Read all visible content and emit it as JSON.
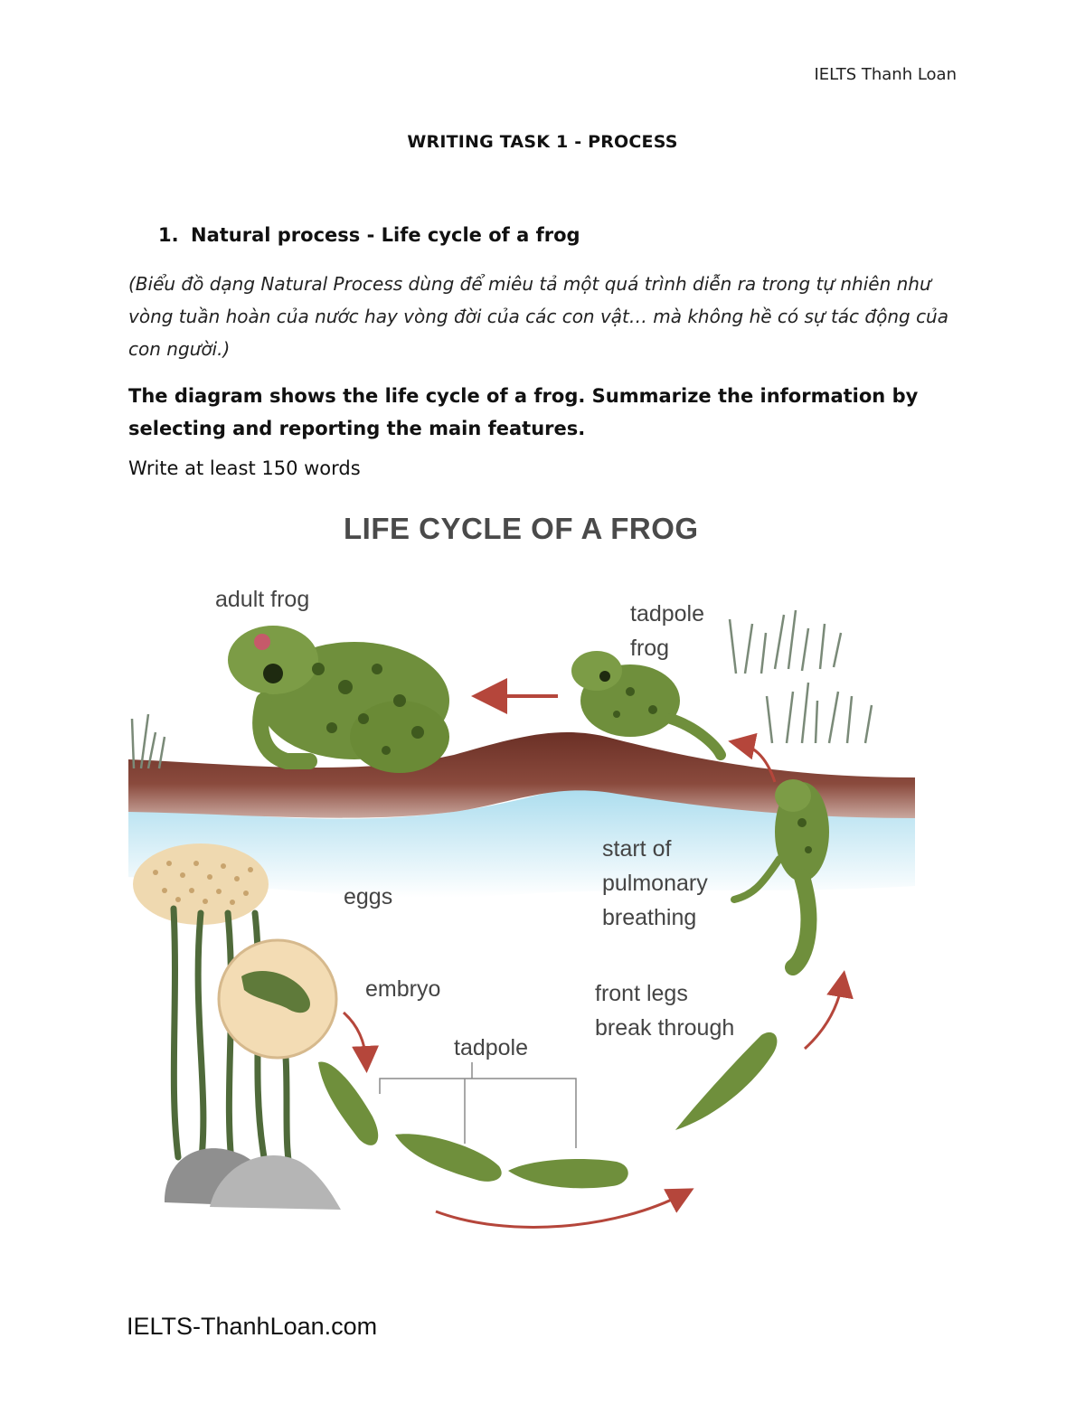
{
  "header": {
    "brand": "IELTS Thanh Loan"
  },
  "title": "WRITING TASK 1 - PROCESS",
  "section": {
    "number": "1.",
    "heading": "Natural process - Life cycle of a frog"
  },
  "note": "(Biểu đồ dạng Natural Process dùng để miêu tả một quá trình diễn ra trong tự nhiên như vòng tuần hoàn của nước hay vòng đời của các con vật… mà không hề có sự tác động của con người.)",
  "task": "The diagram shows the life cycle of a frog. Summarize the information by selecting and reporting the main features.",
  "word_count": "Write at least 150 words",
  "diagram": {
    "title": "LIFE CYCLE OF A FROG",
    "labels": {
      "adult_frog": "adult frog",
      "tadpole_frog_1": "tadpole",
      "tadpole_frog_2": "frog",
      "eggs": "eggs",
      "embryo": "embryo",
      "tadpole": "tadpole",
      "pulmonary_1": "start of",
      "pulmonary_2": "pulmonary",
      "pulmonary_3": "breathing",
      "front_legs_1": "front legs",
      "front_legs_2": "break through"
    },
    "colors": {
      "frog": "#6f8f3c",
      "soil": "#6b3026",
      "water": "#bfe6f2",
      "arrow": "#b5463b"
    }
  },
  "footer": "IELTS-ThanhLoan.com"
}
